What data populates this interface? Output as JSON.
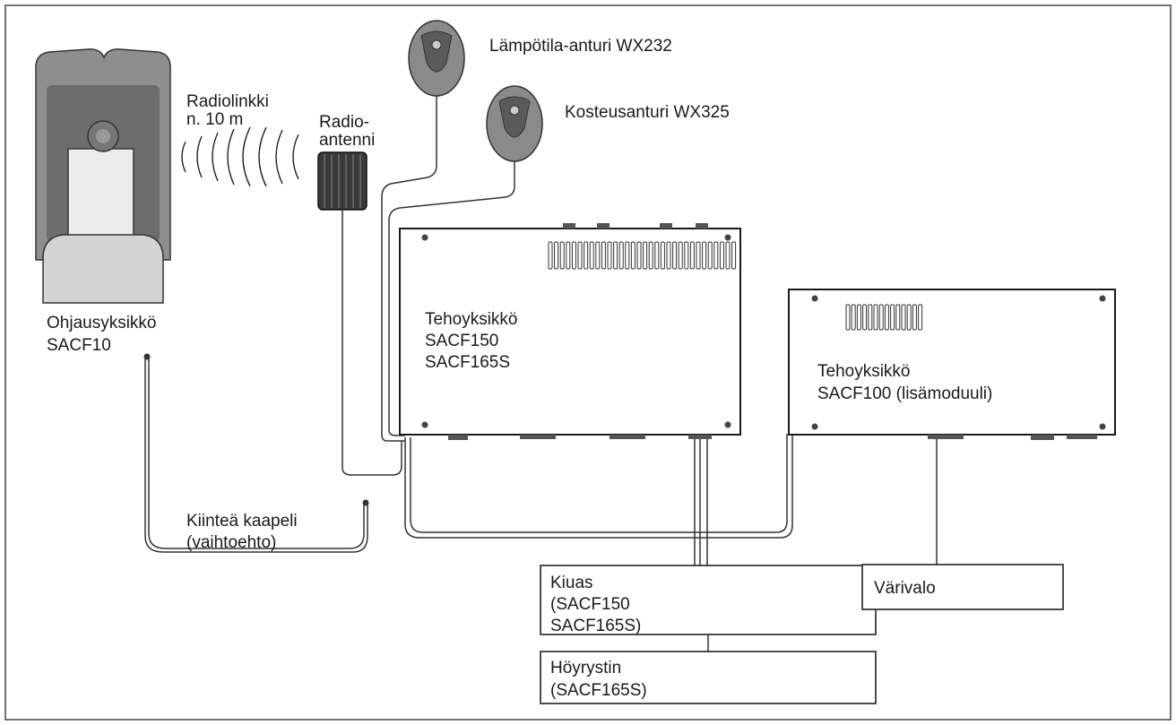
{
  "labels": {
    "temp_sensor": "Lämpötila-anturi WX232",
    "humidity_sensor": "Kosteusanturi WX325",
    "radiolink_line1": "Radiolinkki",
    "radiolink_line2": "n. 10 m",
    "antenna_line1": "Radio-",
    "antenna_line2": "antenni",
    "control_unit_line1": "Ohjausyksikkö",
    "control_unit_line2": "SACF10",
    "power_unit_line1": "Tehoyksikkö",
    "power_unit_line2": "SACF150",
    "power_unit_line3": "SACF165S",
    "power_unit_extra_line1": "Tehoyksikkö",
    "power_unit_extra_line2": "SACF100 (lisämoduuli)",
    "cable_line1": "Kiinteä kaapeli",
    "cable_line2": "(vaihtoehto)",
    "heater_line1": "Kiuas",
    "heater_line2": "(SACF150",
    "heater_line3": "SACF165S)",
    "steamer_line1": "Höyrystin",
    "steamer_line2": "(SACF165S)",
    "color_light": "Värivalo"
  },
  "colors": {
    "line": "#222222",
    "device_fill": "#8a8a8a",
    "device_dark": "#555555",
    "antenna_fill": "#3a3a3a",
    "background": "#ffffff"
  }
}
